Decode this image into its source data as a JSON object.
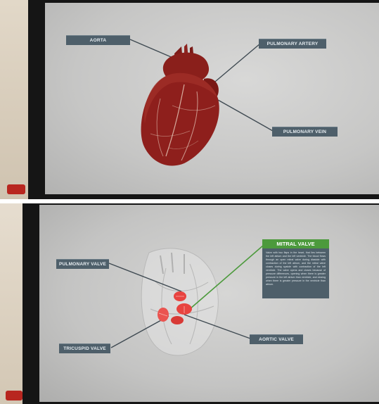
{
  "top_view": {
    "labels": {
      "aorta": "AORTA",
      "pulmonary_artery": "PULMONARY ARTERY",
      "pulmonary_vein": "PULMONARY VEIN"
    }
  },
  "bottom_view": {
    "labels": {
      "pulmonary_valve": "PULMONARY VALVE",
      "tricuspid_valve": "TRICUSPID VALVE",
      "aortic_valve": "AORTIC VALVE"
    },
    "info_panel": {
      "title": "MITRAL VALVE",
      "body": "Valve with two flaps in the heart, that lies between the left atrium and the left ventricle. The blood flows through an open mitral valve during diastole with contraction of the left atrium, and the mitral valve closes during systole with contraction of the left ventricle. The valve opens and closes because of pressure differences, opening when there is greater pressure in the left atrium than ventricle, and closing when there is greater pressure in the ventricle than atrium."
    }
  },
  "colors": {
    "label_bg": "#4e5f6a",
    "label_text": "#e8eef2",
    "info_title_bg": "#4c9a3c",
    "heart_red": "#8e1f1c",
    "valve_red": "#e8433f",
    "screen_gray": "#c9c9c9",
    "frame_black": "#151515"
  }
}
